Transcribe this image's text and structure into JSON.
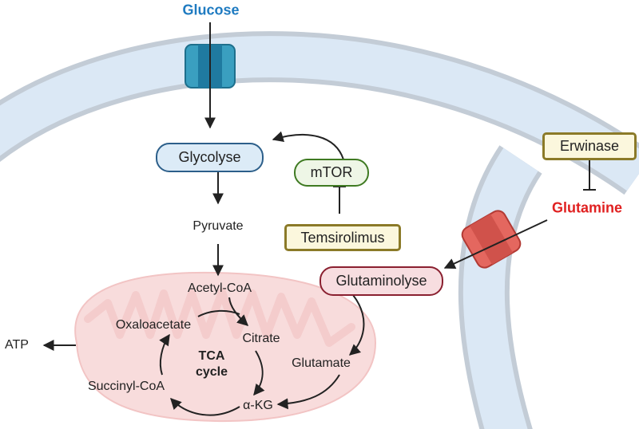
{
  "labels": {
    "glucose": "Glucose",
    "glycolyse": "Glycolyse",
    "mtor": "mTOR",
    "temsirolimus": "Temsirolimus",
    "erwinase": "Erwinase",
    "glutamine": "Glutamine",
    "glutaminolyse": "Glutaminolyse",
    "pyruvate": "Pyruvate",
    "acetyl_coa": "Acetyl-CoA",
    "oxaloacetate": "Oxaloacetate",
    "citrate": "Citrate",
    "tca_line1": "TCA",
    "tca_line2": "cycle",
    "glutamate": "Glutamate",
    "succinyl_coa": "Succinyl-CoA",
    "alpha_kg": "α-KG",
    "atp": "ATP"
  },
  "colors": {
    "glucose_text": "#1f7bc1",
    "glutamine_text": "#e02020",
    "membrane_fill": "#dbe8f5",
    "membrane_edge": "#c3ccd6",
    "mito_fill": "#f8dcdc",
    "glucose_channel": "#3a9fc0",
    "glutamine_channel": "#e4675f"
  }
}
